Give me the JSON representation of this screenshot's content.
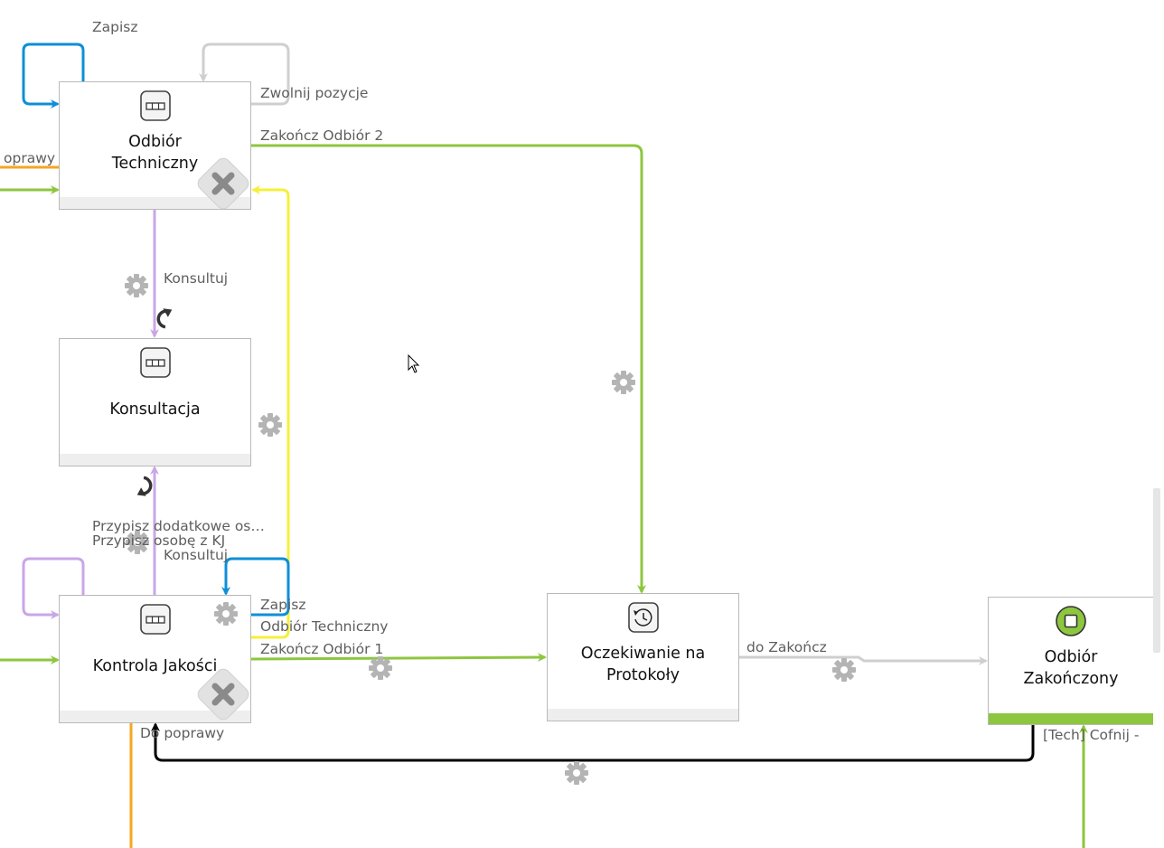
{
  "nodes": {
    "odbior_techniczny": {
      "title": "Odbiór\nTechniczny"
    },
    "konsultacja": {
      "title": "Konsultacja"
    },
    "kontrola_jakosci": {
      "title": "Kontrola Jakości"
    },
    "oczekiwanie": {
      "title": "Oczekiwanie na\nProtokoły"
    },
    "odbior_zakonczony": {
      "title": "Odbiór\nZakończony"
    }
  },
  "labels": {
    "zapisz_top": "Zapisz",
    "zwolnij_pozycje": "Zwolnij pozycje",
    "zakoncz_odbior_2": "Zakończ Odbiór 2",
    "poprawy_left": "oprawy",
    "konsultuj_top": "Konsultuj",
    "przypisz_dodatkowe": "Przypisz dodatkowe os…",
    "przypisz_osobe": "Przypisz osobę z KJ",
    "konsultuj_bottom": "Konsultuj",
    "zapisz_bottom": "Zapisz",
    "odbior_techniczny_transition": "Odbiór Techniczny",
    "zakoncz_odbior_1": "Zakończ Odbiór 1",
    "do_zakoncz": "do Zakończ",
    "do_poprawy": "Do poprawy",
    "tech_cofnij": "[Tech] Cofnij -"
  },
  "colors": {
    "green": "#8dc63f",
    "blue": "#0e8fd8",
    "purple": "#caa6e6",
    "yellow": "#f5f03a",
    "orange": "#f5a623",
    "grey": "#cfcfcf",
    "black": "#000000",
    "gear": "#b4b4b4"
  },
  "icons": {
    "task": "task-icon",
    "timer": "timer-event-icon",
    "end": "end-event-icon",
    "delete": "delete-icon",
    "gear": "gear-icon",
    "rotate": "rotate-icon"
  }
}
